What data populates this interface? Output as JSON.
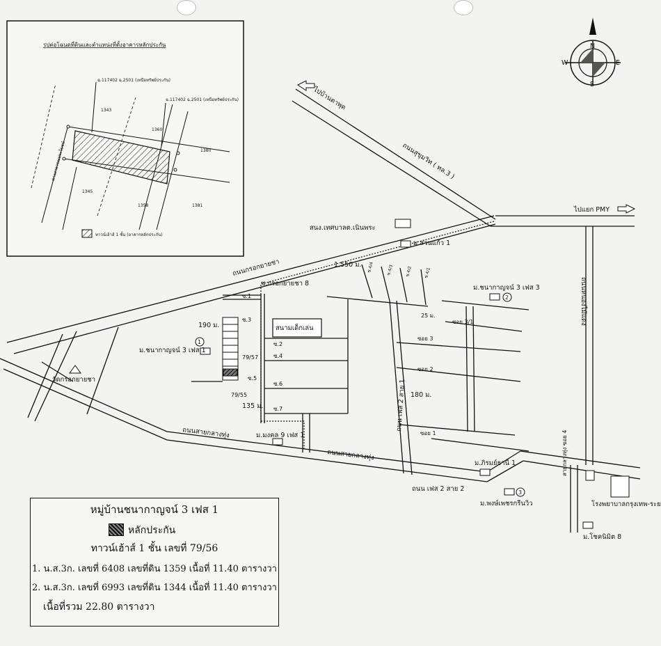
{
  "inset": {
    "title": "รูปต่อโฉนดที่ดินและตำแหน่งที่ตั้งอาคารหลักประกัน",
    "deed_1": "ฉ.117402 ฉ.2501 (เหนือทรัพย์ประกัน)",
    "deed_2": "ฉ.117402 ฉ.2501 (เหนือทรัพย์ประกัน)",
    "lot_1343": "1343",
    "lot_1360": "1360",
    "lot_1380": "1380",
    "lot_1345": "1345",
    "lot_1358": "1358",
    "lot_1381": "1381",
    "road_text": "ทางสาธารณประโยชน์",
    "legend_text": "ทาวน์เฮ้าส์ 1 ชั้น (อาคารหลักประกัน)"
  },
  "roads": {
    "to_ban_phe": "ไปบ้านตาพุด",
    "sukhumvit": "ถนนสุขุมวิท ( ทล.3 )",
    "to_pmy": "ไปแยก PMY",
    "krok_yai_cha": "ถนนกรอกยายชา",
    "sai_klang_thung_1": "ถนนสายกลางทุ่ง",
    "sai_klang_thung_2": "ถนนสายกลางทุ่ง",
    "phet_2_sai_1": "ถนน เฟส 2 สาย 1",
    "phet_2_sai_2": "ถนน เฟส 2 สาย 2",
    "nong_kraok": "ถนนหนองไม้แดง",
    "sai_klang_thung_soi4": "สายกลางทุ่ง ซอย 4"
  },
  "places": {
    "school": "สนง.เทศบาลต.เนินพระ",
    "suan_kaew": "ม.สวนแก้ว 1",
    "chanakan_3_phase_3": "ม.ชนากาญจน์ 3 เฟส 3",
    "chanakan_3_phase_1": "ม.ชนากาญจน์ 3 เฟส 1",
    "wat": "วัดกรอกยายชา",
    "playground": "สนามเด็กเล่น",
    "mongkol_9": "ม.มงคล 9 เฟส 1",
    "pirom_1": "ม.ภิรมย์ธานี 1",
    "phongpetch": "ม.พงษ์เพชรกรีนวิว",
    "hospital": "โรงพยาบาลกรุงเทพ-ระยอง",
    "chok_nimit": "ม.โชคนิมิต 8"
  },
  "markers": {
    "m1": "1",
    "m2": "2",
    "m3": "3"
  },
  "sois": {
    "krok_8": "ซ.กรอกยายชา 8",
    "s1": "ซ.1",
    "s2": "ซ.2",
    "s3": "ซ.3",
    "s4": "ซ.4",
    "s5": "ซ.5",
    "s6": "ซ.6",
    "s7": "ซ.7",
    "soi_3_1": "ซอย 3/1",
    "soi_3": "ซอย 3",
    "soi_2": "ซอย 2",
    "soi_1": "ซอย 1",
    "s_4_4": "ซ.4/4",
    "s_4_3": "ซ.4/3",
    "s_4_2": "ซ.4/2",
    "s_4_1": "ซ.4/1"
  },
  "distances": {
    "d1550": "1,550 ม.",
    "d25": "25 ม.",
    "d190": "190 ม.",
    "d180": "180 ม.",
    "d135": "135 ม."
  },
  "house_numbers": {
    "h1": "79/57",
    "h2": "79/55"
  },
  "compass": {
    "n": "N",
    "s": "S",
    "e": "E",
    "w": "W"
  },
  "legend": {
    "title": "หมู่บ้านชนากาญจน์ 3 เฟส 1",
    "collateral": "หลักประกัน",
    "townhouse": "ทาวน์เฮ้าส์ 1 ชั้น เลขที่ 79/56",
    "deed_1": "1. น.ส.3ก. เลขที่ 6408 เลขที่ดิน 1359 เนื้อที่ 11.40 ตารางวา",
    "deed_2": "2. น.ส.3ก. เลขที่ 6993 เลขที่ดิน 1344 เนื้อที่ 11.40 ตารางวา",
    "total": "เนื้อที่รวม 22.80 ตารางวา"
  }
}
